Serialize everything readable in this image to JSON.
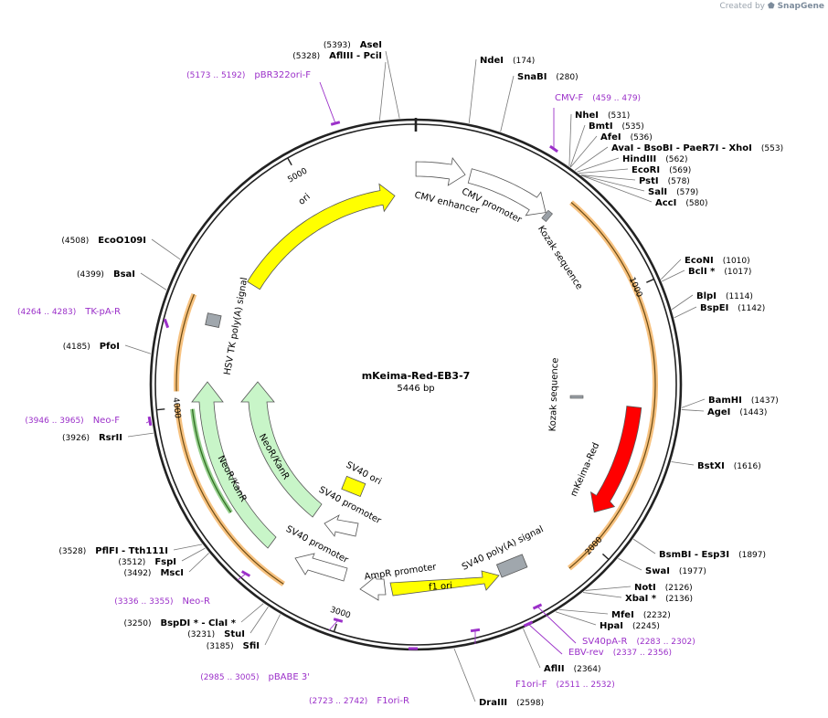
{
  "watermark": {
    "prefix": "Created by",
    "brand": "SnapGene"
  },
  "plasmid": {
    "name": "mKeima-Red-EB3-7",
    "length_label": "5446 bp",
    "length": 5446
  },
  "colors": {
    "backbone": "#222222",
    "enzyme_line": "#777777",
    "primer": "#9b30c9",
    "ori": "#ffff00",
    "promoter": "#ffffff",
    "neo": "#c8f5c8",
    "mkeima": "#ff0000",
    "orf_glow": "#f4a84a",
    "orf_line": "#6b4a12",
    "kozak": "#9aa0a6",
    "polyA": "#a0a7ad",
    "sv40ori": "#ffff00",
    "f1ori": "#ffff00"
  },
  "ticks": [
    {
      "pos": 1000,
      "label": "1000"
    },
    {
      "pos": 2000,
      "label": "2000"
    },
    {
      "pos": 3000,
      "label": "3000"
    },
    {
      "pos": 4000,
      "label": "4000"
    },
    {
      "pos": 5000,
      "label": "5000"
    }
  ],
  "enzymes": [
    {
      "name": "AseI",
      "pos_label": "(5393)",
      "bp": 5393
    },
    {
      "name": "AflIII  - PciI",
      "pos_label": "(5328)",
      "bp": 5328
    },
    {
      "name": "NdeI",
      "pos_label": "(174)",
      "bp": 174
    },
    {
      "name": "SnaBI",
      "pos_label": "(280)",
      "bp": 280
    },
    {
      "name": "NheI",
      "pos_label": "(531)",
      "bp": 531
    },
    {
      "name": "BmtI",
      "pos_label": "(535)",
      "bp": 535
    },
    {
      "name": "AfeI",
      "pos_label": "(536)",
      "bp": 536
    },
    {
      "name": "AvaI  - BsoBI  - PaeR7I  - XhoI",
      "pos_label": "(553)",
      "bp": 553
    },
    {
      "name": "HindIII",
      "pos_label": "(562)",
      "bp": 562
    },
    {
      "name": "EcoRI",
      "pos_label": "(569)",
      "bp": 569
    },
    {
      "name": "PstI",
      "pos_label": "(578)",
      "bp": 578
    },
    {
      "name": "SalI",
      "pos_label": "(579)",
      "bp": 579
    },
    {
      "name": "AccI",
      "pos_label": "(580)",
      "bp": 580
    },
    {
      "name": "EcoNI",
      "pos_label": "(1010)",
      "bp": 1010
    },
    {
      "name": "BclI *",
      "pos_label": "(1017)",
      "bp": 1017
    },
    {
      "name": "BlpI",
      "pos_label": "(1114)",
      "bp": 1114
    },
    {
      "name": "BspEI",
      "pos_label": "(1142)",
      "bp": 1142
    },
    {
      "name": "BamHI",
      "pos_label": "(1437)",
      "bp": 1437
    },
    {
      "name": "AgeI",
      "pos_label": "(1443)",
      "bp": 1443
    },
    {
      "name": "BstXI",
      "pos_label": "(1616)",
      "bp": 1616
    },
    {
      "name": "BsmBI  - Esp3I",
      "pos_label": "(1897)",
      "bp": 1897
    },
    {
      "name": "SwaI",
      "pos_label": "(1977)",
      "bp": 1977
    },
    {
      "name": "NotI",
      "pos_label": "(2126)",
      "bp": 2126
    },
    {
      "name": "XbaI *",
      "pos_label": "(2136)",
      "bp": 2136
    },
    {
      "name": "MfeI",
      "pos_label": "(2232)",
      "bp": 2232
    },
    {
      "name": "HpaI",
      "pos_label": "(2245)",
      "bp": 2245
    },
    {
      "name": "AflII",
      "pos_label": "(2364)",
      "bp": 2364
    },
    {
      "name": "DraIII",
      "pos_label": "(2598)",
      "bp": 2598
    },
    {
      "name": "SfiI",
      "pos_label": "(3185)",
      "bp": 3185
    },
    {
      "name": "StuI",
      "pos_label": "(3231)",
      "bp": 3231
    },
    {
      "name": "BspDI *  - ClaI *",
      "pos_label": "(3250)",
      "bp": 3250
    },
    {
      "name": "MscI",
      "pos_label": "(3492)",
      "bp": 3492
    },
    {
      "name": "FspI",
      "pos_label": "(3512)",
      "bp": 3512
    },
    {
      "name": "PflFI  - Tth111I",
      "pos_label": "(3528)",
      "bp": 3528
    },
    {
      "name": "RsrII",
      "pos_label": "(3926)",
      "bp": 3926
    },
    {
      "name": "PfoI",
      "pos_label": "(4185)",
      "bp": 4185
    },
    {
      "name": "BsaI",
      "pos_label": "(4399)",
      "bp": 4399
    },
    {
      "name": "EcoO109I",
      "pos_label": "(4508)",
      "bp": 4508
    }
  ],
  "primers": [
    {
      "name": "pBR322ori-F",
      "range": "(5173 .. 5192)"
    },
    {
      "name": "CMV-F",
      "range": "(459 .. 479)"
    },
    {
      "name": "SV40pA-R",
      "range": "(2283 .. 2302)"
    },
    {
      "name": "EBV-rev",
      "range": "(2337 .. 2356)"
    },
    {
      "name": "F1ori-F",
      "range": "(2511 .. 2532)"
    },
    {
      "name": "F1ori-R",
      "range": "(2723 .. 2742)"
    },
    {
      "name": "pBABE 3'",
      "range": "(2985 .. 3005)"
    },
    {
      "name": "Neo-R",
      "range": "(3336 .. 3355)"
    },
    {
      "name": "Neo-F",
      "range": "(3946 .. 3965)"
    },
    {
      "name": "TK-pA-R",
      "range": "(4264 .. 4283)"
    }
  ],
  "features": [
    {
      "name": "ori",
      "type": "ori"
    },
    {
      "name": "CMV enhancer",
      "type": "promoter"
    },
    {
      "name": "CMV promoter",
      "type": "promoter"
    },
    {
      "name": "Kozak sequence",
      "type": "kozak"
    },
    {
      "name": "Kozak sequence",
      "type": "kozak"
    },
    {
      "name": "mKeima-Red",
      "type": "cds"
    },
    {
      "name": "SV40 poly(A) signal",
      "type": "polyA"
    },
    {
      "name": "f1 ori",
      "type": "ori"
    },
    {
      "name": "AmpR promoter",
      "type": "promoter"
    },
    {
      "name": "SV40 promoter",
      "type": "promoter"
    },
    {
      "name": "SV40 promoter",
      "type": "promoter"
    },
    {
      "name": "SV40 ori",
      "type": "ori"
    },
    {
      "name": "NeoR/KanR",
      "type": "cds"
    },
    {
      "name": "NeoR/KanR",
      "type": "cds"
    },
    {
      "name": "HSV TK poly(A) signal",
      "type": "polyA"
    }
  ]
}
